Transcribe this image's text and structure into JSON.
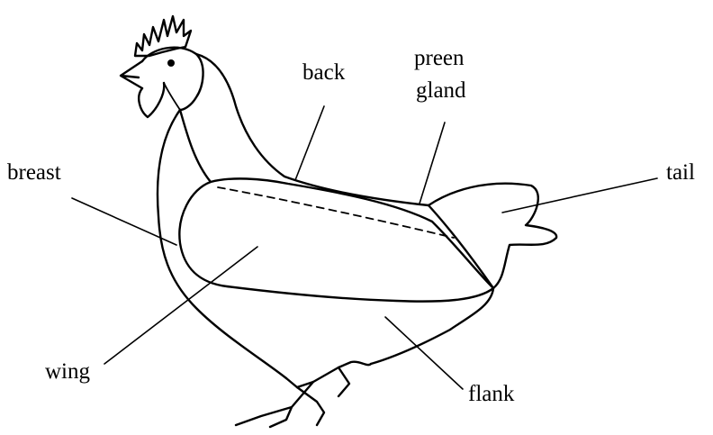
{
  "labels": {
    "back": "back",
    "preen_line1": "preen",
    "preen_line2": "gland",
    "breast": "breast",
    "tail": "tail",
    "wing": "wing",
    "flank": "flank"
  },
  "colors": {
    "ink": "#000000",
    "background": "#ffffff"
  }
}
